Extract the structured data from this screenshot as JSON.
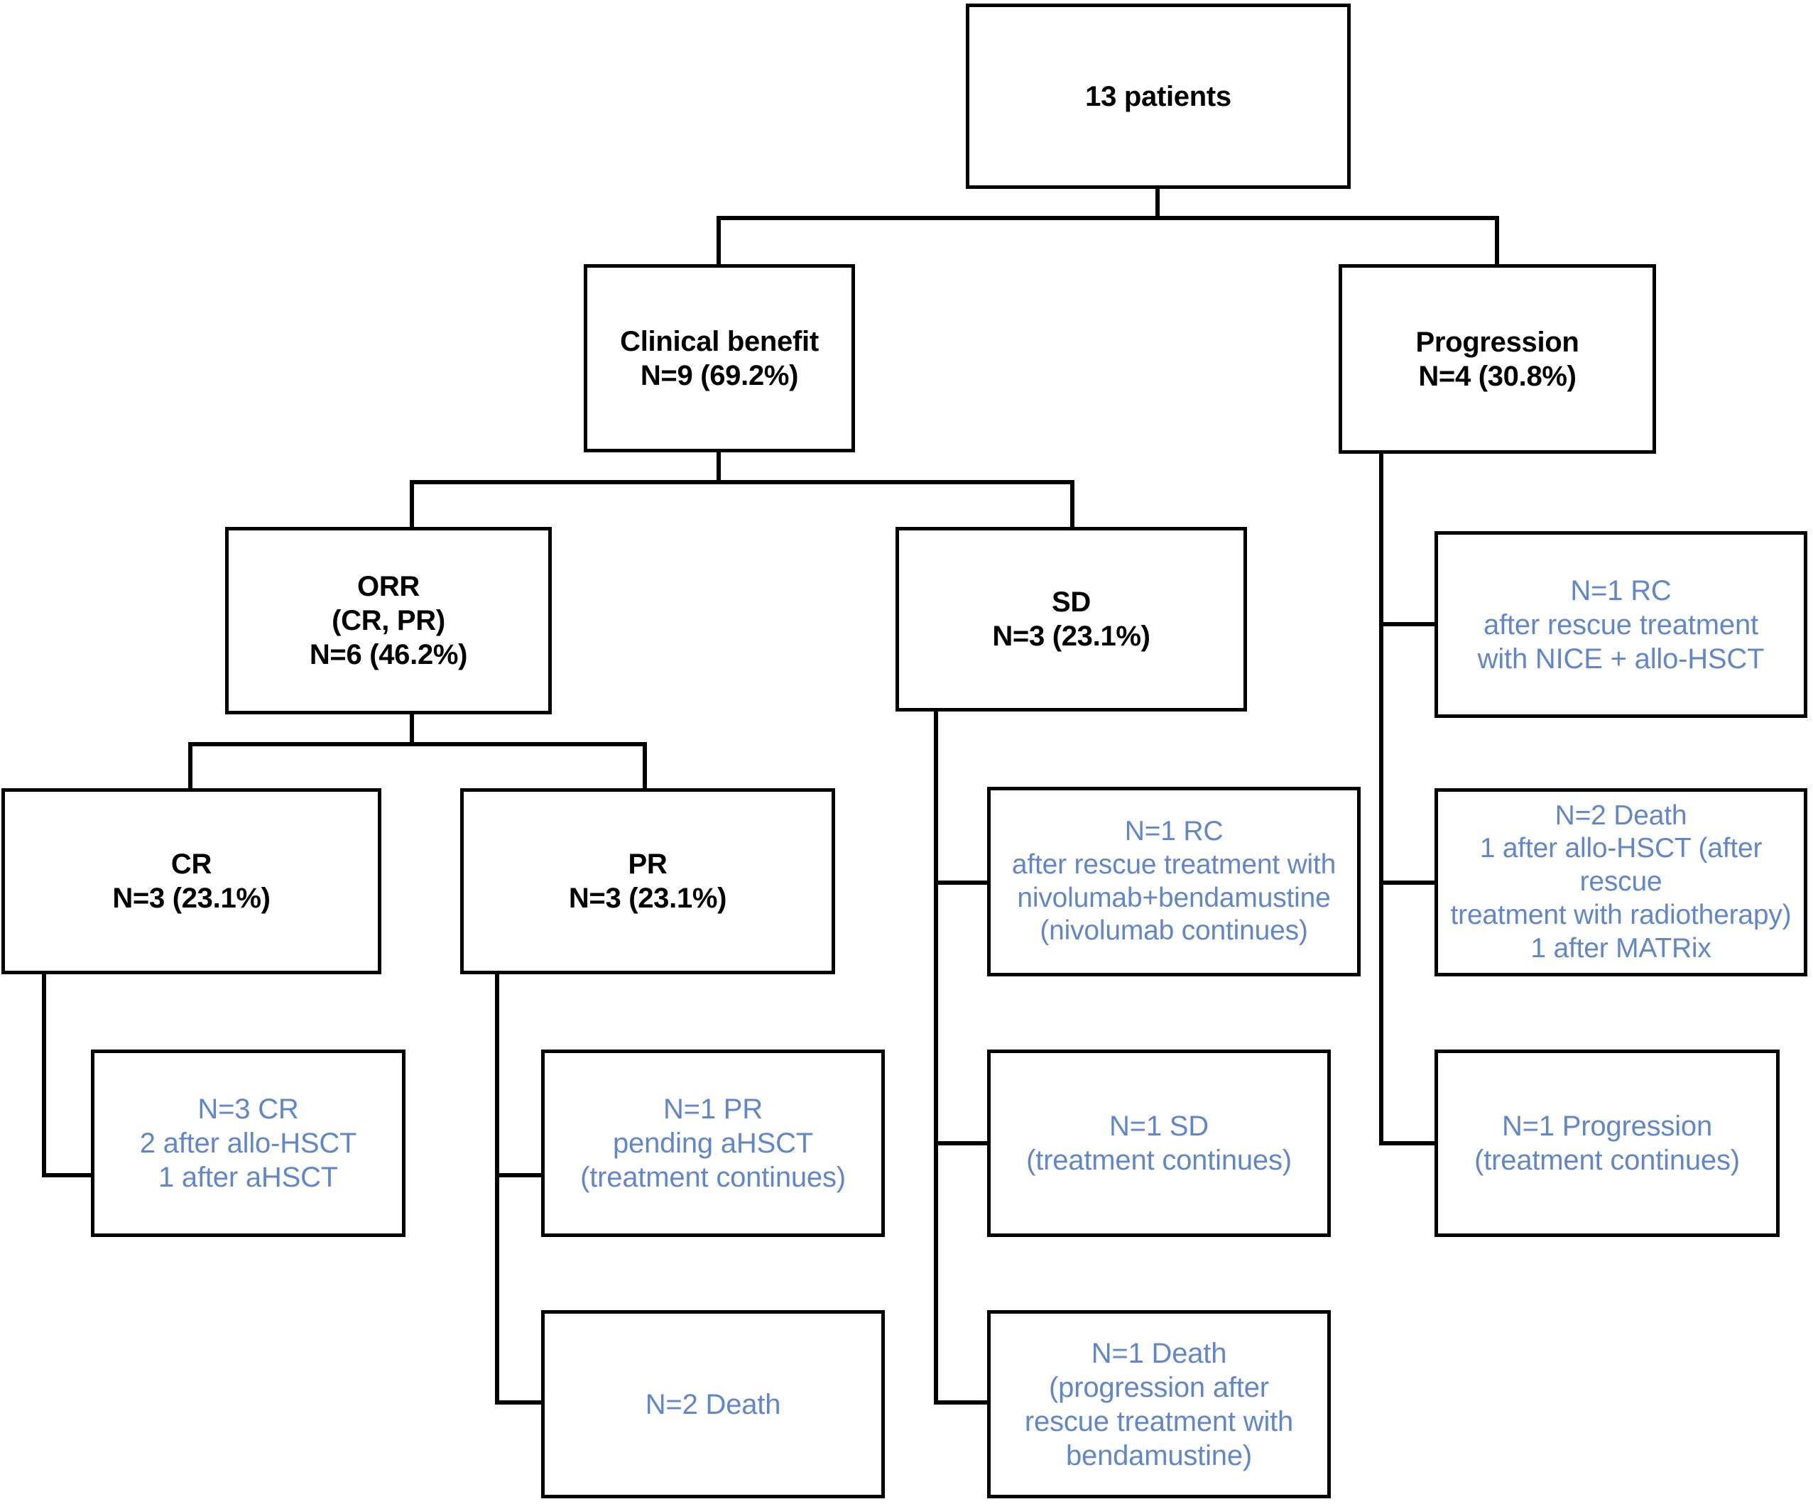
{
  "diagram": {
    "type": "flowchart",
    "title": "Patient outcome flow diagram",
    "colors": {
      "box_border": "#000000",
      "primary_text": "#000000",
      "detail_text": "#6187C9",
      "background": "#ffffff",
      "connector": "#000000"
    },
    "nodes": {
      "root": {
        "label": "13 patients"
      },
      "clinical_benefit": {
        "label": "Clinical benefit\nN=9 (69.2%)"
      },
      "progression": {
        "label": "Progression\nN=4 (30.8%)"
      },
      "orr": {
        "label": "ORR\n(CR, PR)\nN=6 (46.2%)"
      },
      "sd": {
        "label": "SD\nN=3 (23.1%)"
      },
      "cr": {
        "label": "CR\nN=3 (23.1%)"
      },
      "pr": {
        "label": "PR\nN=3 (23.1%)"
      },
      "cr_detail": {
        "label": "N=3 CR\n2 after allo-HSCT\n1 after aHSCT"
      },
      "pr_detail_1": {
        "label": "N=1 PR\npending aHSCT\n(treatment continues)"
      },
      "pr_detail_2": {
        "label": "N=2 Death"
      },
      "sd_detail_1": {
        "label": "N=1 RC\nafter rescue treatment with\nnivolumab+bendamustine\n(nivolumab continues)"
      },
      "sd_detail_2": {
        "label": "N=1 SD\n(treatment continues)"
      },
      "sd_detail_3": {
        "label": "N=1 Death\n(progression after\nrescue treatment with\nbendamustine)"
      },
      "prog_detail_1": {
        "label": "N=1 RC\nafter rescue treatment\nwith NICE + allo-HSCT"
      },
      "prog_detail_2": {
        "label": "N=2 Death\n1 after allo-HSCT (after rescue\ntreatment with radiotherapy)\n1 after MATRix"
      },
      "prog_detail_3": {
        "label": "N=1 Progression\n(treatment continues)"
      }
    }
  }
}
